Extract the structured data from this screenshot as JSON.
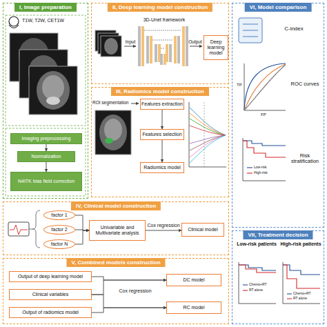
{
  "diagram": {
    "nodes": [
      {
        "text": [
          "I, Image preparation"
        ]
      },
      {
        "text": [
          "Imaging preprocessing"
        ],
        "in": 0
      },
      {
        "text": [
          "Normalization"
        ],
        "in": 0
      },
      {
        "text": [
          "N4ITK bias field correction"
        ],
        "in": 0
      },
      {
        "text": [
          "II, Deep learning model construction"
        ]
      },
      {
        "text": [
          "Deep learning model"
        ],
        "in": 4
      },
      {
        "text": [
          "III, Radiomics model construction"
        ]
      },
      {
        "text": [
          "Features extraction"
        ],
        "in": 6
      },
      {
        "text": [
          "Features selection"
        ],
        "in": 6
      },
      {
        "text": [
          "Radiomics model"
        ],
        "in": 6
      },
      {
        "text": [
          "IV, Clinical model construction"
        ]
      },
      {
        "text": [
          "factor 1"
        ],
        "in": 10
      },
      {
        "text": [
          "factor 2"
        ],
        "in": 10
      },
      {
        "text": [
          "factor N"
        ],
        "in": 10
      },
      {
        "text": [
          "Univariable and Multivariate analysis"
        ],
        "in": 10
      },
      {
        "text": [
          "Clinical model"
        ],
        "in": 10
      },
      {
        "text": [
          "V, Combined models construction"
        ]
      },
      {
        "text": [
          "Output of deep learning model"
        ],
        "in": 16
      },
      {
        "text": [
          "Clinical variables"
        ],
        "in": 16
      },
      {
        "text": [
          "Output of radiomics model"
        ],
        "in": 16
      },
      {
        "text": [
          "DC model"
        ],
        "in": 16
      },
      {
        "text": [
          "RC model"
        ],
        "in": 16
      },
      {
        "text": [
          "VI, Model comparison"
        ]
      },
      {
        "text": [
          "VII, Treatment decision"
        ]
      }
    ],
    "edges": [
      {
        "from": 1,
        "to": 2,
        "arrow": "to"
      },
      {
        "from": 2,
        "to": 3,
        "arrow": "to"
      },
      {
        "from": 7,
        "to": 8,
        "arrow": "to"
      },
      {
        "from": 8,
        "to": 9,
        "arrow": "to"
      },
      {
        "from": 11,
        "to": 14,
        "arrow": "to"
      },
      {
        "from": 12,
        "to": 14,
        "arrow": "to"
      },
      {
        "from": 13,
        "to": 14,
        "arrow": "to"
      },
      {
        "from": 14,
        "to": 15,
        "label": "Cox regression",
        "arrow": "to"
      },
      {
        "from": 17,
        "to": 20,
        "arrow": "to"
      },
      {
        "from": 18,
        "to": 20,
        "arrow": "to"
      },
      {
        "from": 18,
        "to": 21,
        "arrow": "to"
      },
      {
        "from": 19,
        "to": 21,
        "arrow": "to"
      }
    ],
    "labels": [
      "T1W, T2W, CET1W",
      "3D-Unet framework",
      "Input",
      "Output",
      "ROI segmentation",
      "Cox regression",
      "C-index",
      "TP",
      "FP",
      "ROC curves",
      "Low-risk",
      "High-risk",
      "Risk stratification",
      "Low-risk patients",
      "High-risk patients",
      "Chemo+RT",
      "RT alone",
      "Chemo+RT",
      "RT alone"
    ]
  }
}
